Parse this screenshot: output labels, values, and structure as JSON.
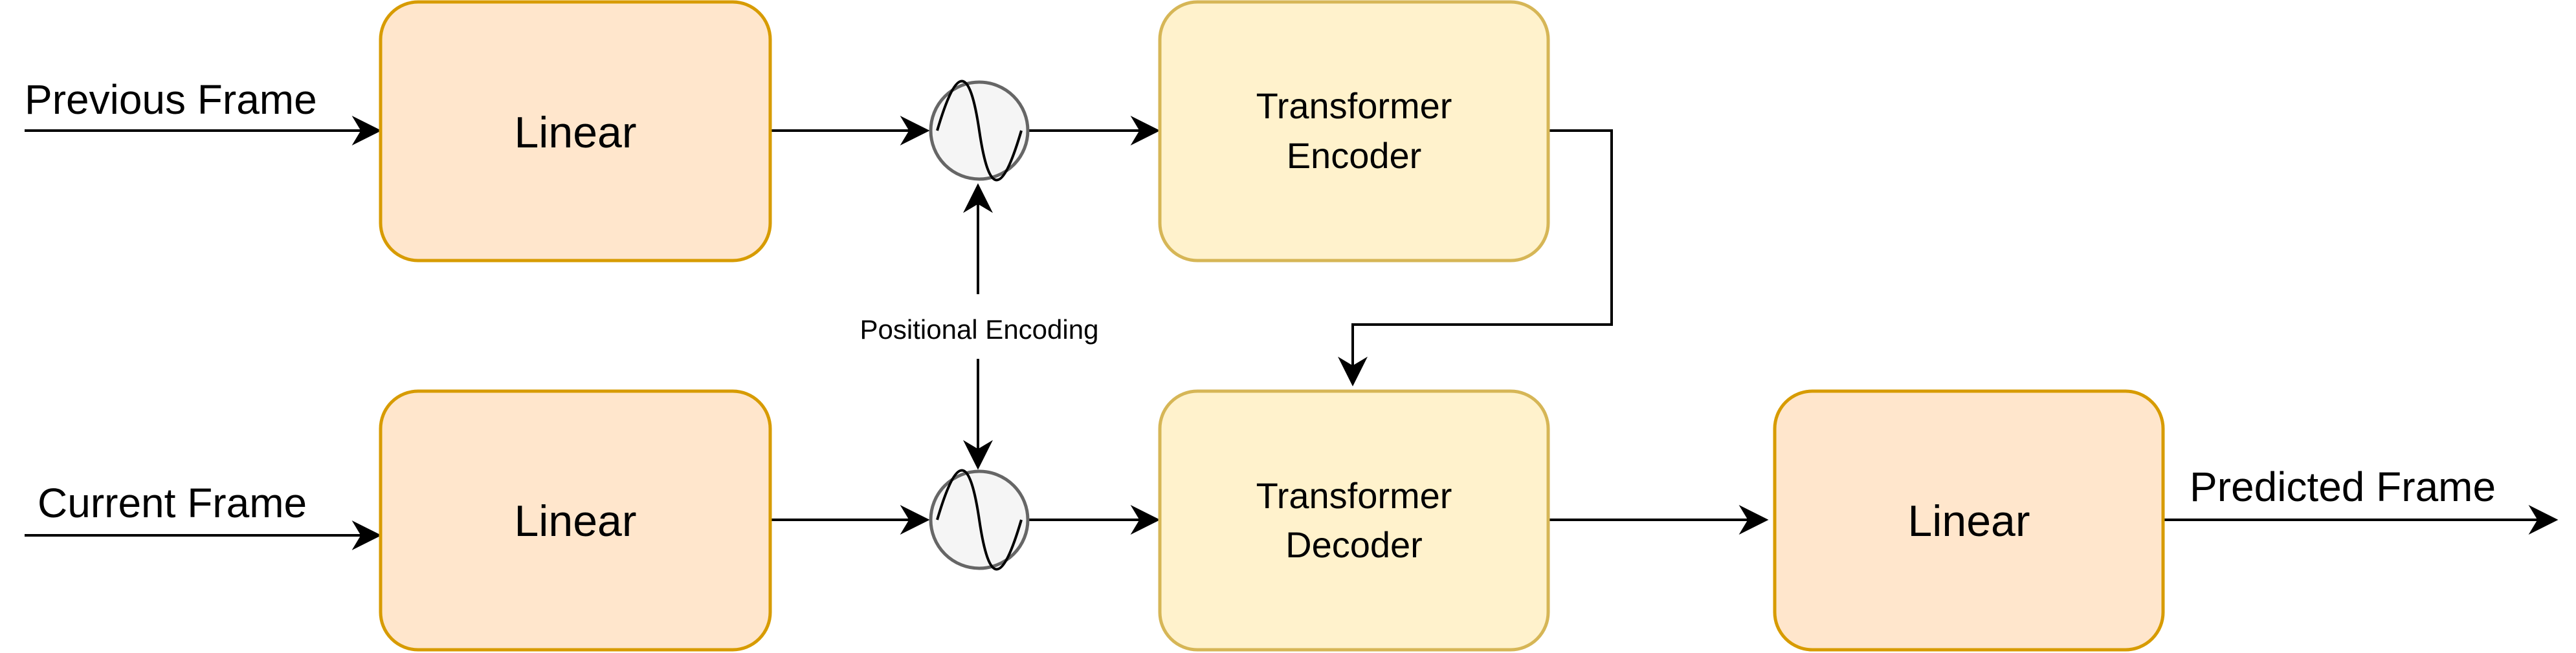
{
  "inputs": {
    "previous_frame": "Previous Frame",
    "current_frame": "Current Frame"
  },
  "output": {
    "predicted_frame": "Predicted Frame"
  },
  "blocks": {
    "linear_top": "Linear",
    "linear_bottom": "Linear",
    "linear_output": "Linear",
    "encoder_line1": "Transformer",
    "encoder_line2": "Encoder",
    "decoder_line1": "Transformer",
    "decoder_line2": "Decoder"
  },
  "positional_encoding": {
    "label": "Positional Encoding"
  },
  "colors": {
    "linear_fill": "#ffe6cc",
    "linear_stroke": "#d79b00",
    "transformer_fill": "#fff2cc",
    "transformer_stroke": "#d6b656",
    "pe_fill": "#f5f5f5",
    "pe_stroke": "#666666",
    "line": "#000000"
  }
}
